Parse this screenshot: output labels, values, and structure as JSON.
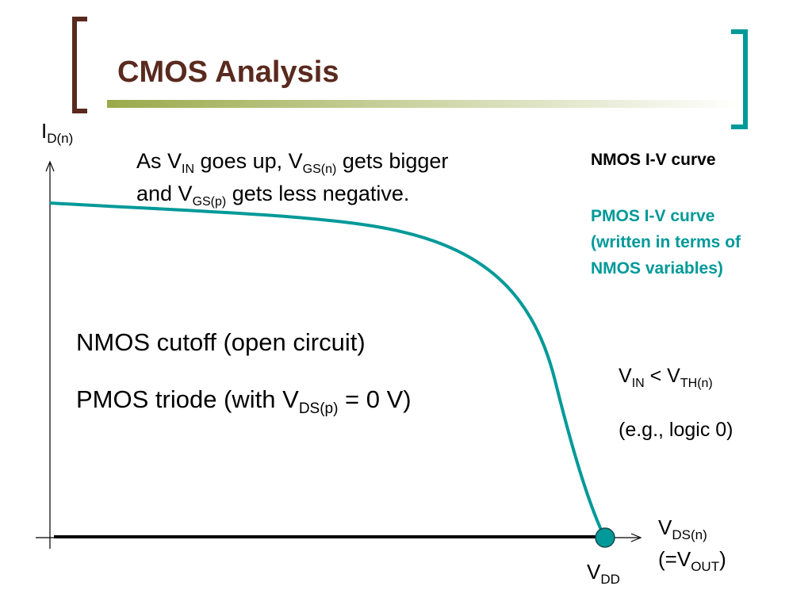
{
  "slide": {
    "title": "CMOS Analysis"
  },
  "axes": {
    "y_label": {
      "main": "I",
      "sub": "D(n)"
    },
    "x_label": {
      "main": "V",
      "sub": "DS(n)"
    },
    "x_label_note": {
      "open": "(=V",
      "sub": "OUT",
      "close": ")"
    },
    "x_marker": {
      "main": "V",
      "sub": "DD"
    }
  },
  "note": {
    "line1": {
      "p1": "As V",
      "s1": "IN",
      "p2": " goes up, V",
      "s2": "GS(n)",
      "p3": " gets bigger"
    },
    "line2": {
      "p1": "and V",
      "s1": "GS(p)",
      "p2": " gets less negative."
    }
  },
  "legend": {
    "nmos": "NMOS I-V curve",
    "pmos_line1": "PMOS I-V curve",
    "pmos_line2": "(written in terms of",
    "pmos_line3": "NMOS variables)"
  },
  "state": {
    "nmos": "NMOS cutoff (open circuit)",
    "pmos": {
      "p1": "PMOS triode (with V",
      "sub": "DS(p)",
      "p2": " = 0 V)"
    }
  },
  "condition": {
    "line1": {
      "p1": "V",
      "s1": "IN",
      "p2": " < V",
      "s2": "TH(n)"
    },
    "line2": "(e.g., logic 0)"
  },
  "colors": {
    "title": "#5a2a1e",
    "pmos_curve": "#009999",
    "nmos_curve": "#000000",
    "bracket": "#5a2a1e",
    "bracket_right": "#009999",
    "operating_point": "#009999"
  },
  "icons": {
    "operating_point": "filled-circle"
  }
}
